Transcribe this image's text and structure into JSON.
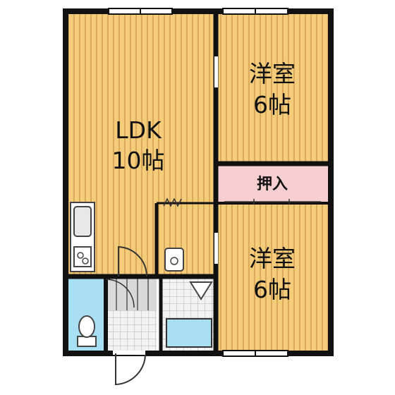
{
  "rooms": {
    "ldk": {
      "line1": "LDK",
      "line2": "10帖"
    },
    "western_top": {
      "line1": "洋室",
      "line2": "6帖"
    },
    "western_bottom": {
      "line1": "洋室",
      "line2": "6帖"
    },
    "closet": {
      "label": "押入"
    }
  },
  "colors": {
    "wall": "#111111",
    "floor_wood": "#f4cc7a",
    "floor_stripe": "#dba95c",
    "closet_fill": "#f7cfd0",
    "bath_fill": "#a9dff2",
    "wet_area_fill": "#e6e6e6",
    "stair_fill": "#d9d9d9"
  }
}
